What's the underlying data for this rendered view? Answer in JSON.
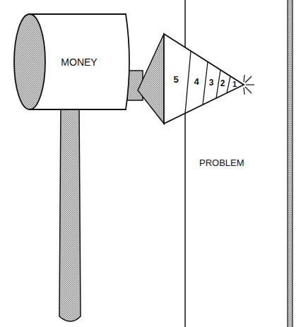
{
  "diagram": {
    "nodes": [
      {
        "text": [
          "MONEY"
        ]
      },
      {
        "text": [
          "5"
        ]
      },
      {
        "text": [
          "4"
        ]
      },
      {
        "text": [
          "3"
        ]
      },
      {
        "text": [
          "2"
        ]
      },
      {
        "text": [
          "1"
        ]
      }
    ],
    "labels": [
      "PROBLEM"
    ]
  }
}
